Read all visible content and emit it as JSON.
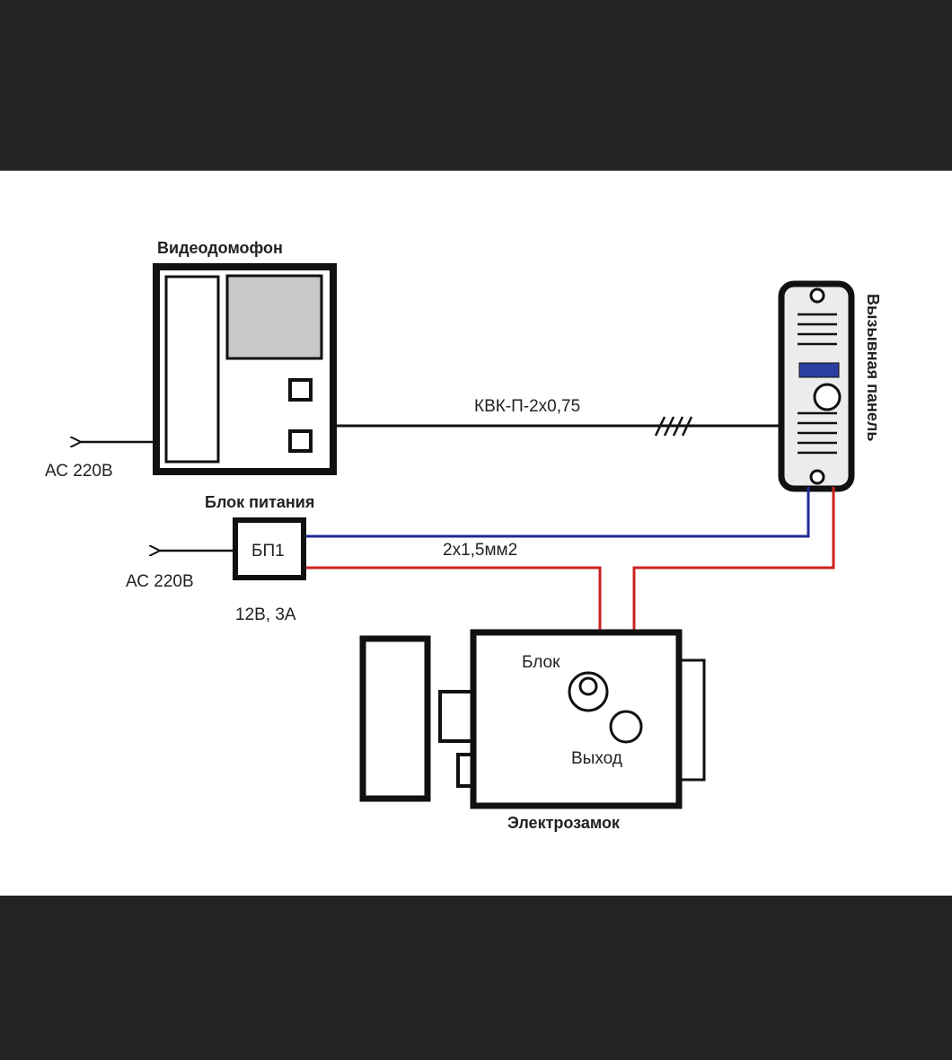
{
  "colors": {
    "background": "#ffffff",
    "frame": "#222325",
    "wire_black": "#111111",
    "wire_blue": "#1f2a99",
    "wire_red": "#cc2222",
    "screen": "#c8c8c8",
    "panel_body": "#ececec",
    "panel_display": "#2a3fa0"
  },
  "monitor": {
    "title": "Видеодомофон",
    "mains": "АС 220В"
  },
  "cable_signal": {
    "label": "КВК-П-2х0,75"
  },
  "call_panel": {
    "title": "Вызывная панель"
  },
  "power_supply": {
    "title": "Блок питания",
    "name": "БП1",
    "rating": "12В, 3А",
    "mains": "АС 220В"
  },
  "cable_power": {
    "label": "2х1,5мм2"
  },
  "lock": {
    "title": "Электрозамок",
    "block_label": "Блок",
    "exit_label": "Выход"
  }
}
